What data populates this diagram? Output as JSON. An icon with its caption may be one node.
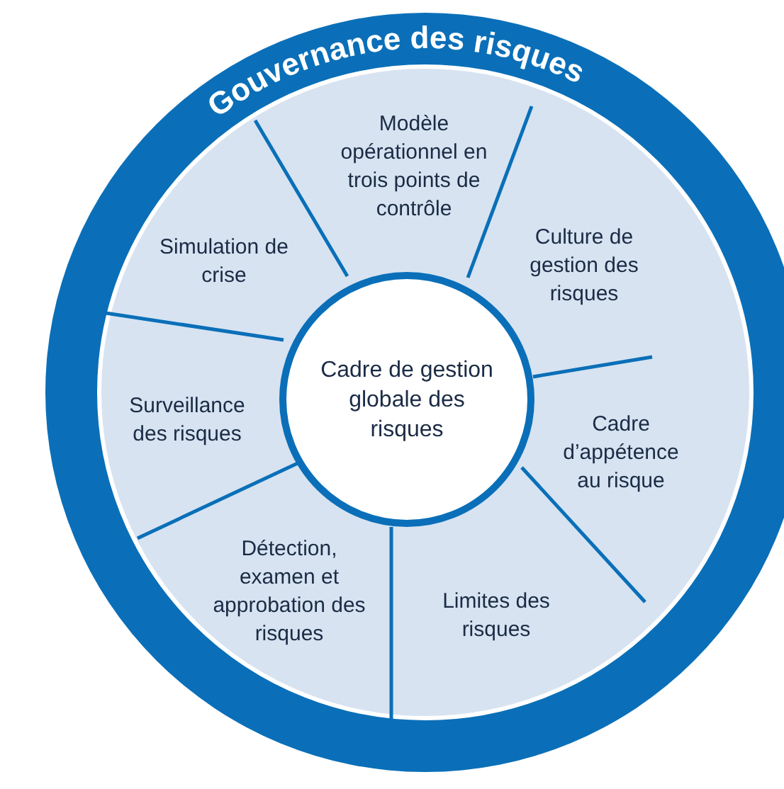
{
  "diagram": {
    "nodes": [
      {
        "text": [
          "Gouvernance des risques"
        ]
      },
      {
        "text": [
          "Cadre de gestion globale des risques"
        ],
        "in": 0
      },
      {
        "text": [
          "Modèle opérationnel en trois points de contrôle"
        ],
        "in": 0
      },
      {
        "text": [
          "Simulation de crise"
        ],
        "in": 0
      },
      {
        "text": [
          "Culture de gestion des risques"
        ],
        "in": 0
      },
      {
        "text": [
          "Surveillance des risques"
        ],
        "in": 0
      },
      {
        "text": [
          "Cadre d’appétence au risque"
        ],
        "in": 0
      },
      {
        "text": [
          "Détection, examen et approbation des risques"
        ],
        "in": 0
      },
      {
        "text": [
          "Limites des risques"
        ],
        "in": 0
      }
    ],
    "edges": []
  }
}
